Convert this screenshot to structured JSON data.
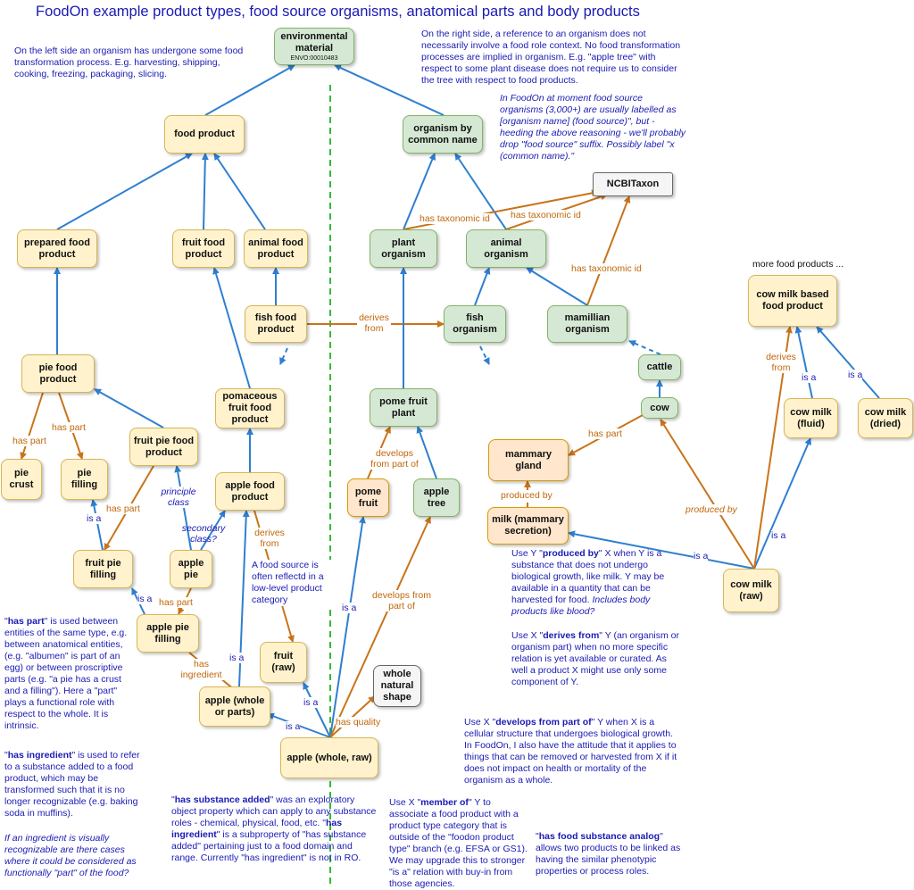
{
  "title": "FoodOn example product types, food source organisms, anatomical parts and body products",
  "colors": {
    "blue_edge": "#2f7fd0",
    "orange_edge": "#c8741a",
    "divider": "#33bb33",
    "text_blue": "#1a1ab4"
  },
  "nodes": {
    "env": {
      "label": "environmental material",
      "sub": "ENVO:00010483"
    },
    "food_product": "food product",
    "organism_common": "organism by common name",
    "ncbi": "NCBITaxon",
    "prepared": "prepared food product",
    "fruit_food": "fruit food product",
    "animal_food": "animal food product",
    "plant_org": "plant organism",
    "animal_org": "animal organism",
    "fish_food": "fish food product",
    "fish_org": "fish organism",
    "mamillian": "mamillian organism",
    "cow_milk_based": "cow milk based food product",
    "cattle": "cattle",
    "cow": "cow",
    "pie_food": "pie food product",
    "pomaceous": "pomaceous fruit food product",
    "pome_plant": "pome fruit plant",
    "fruit_pie_food": "fruit pie food product",
    "cow_milk_fluid": "cow milk (fluid)",
    "cow_milk_dried": "cow milk (dried)",
    "mammary": "mammary gland",
    "pie_crust": "pie crust",
    "pie_filling": "pie filling",
    "apple_food": "apple food product",
    "pome_fruit": "pome fruit",
    "apple_tree": "apple tree",
    "milk_secretion": "milk (mammary secretion)",
    "fruit_pie_filling": "fruit pie filling",
    "apple_pie": "apple pie",
    "cow_milk_raw": "cow milk (raw)",
    "apple_pie_filling": "apple pie filling",
    "fruit_raw": "fruit (raw)",
    "whole_shape": "whole natural shape",
    "apple_whole_parts": "apple (whole or parts)",
    "apple_whole_raw": "apple (whole, raw)"
  },
  "edge_labels": {
    "has_taxonomic_id_1": "has taxonomic id",
    "has_taxonomic_id_2": "has taxonomic id",
    "has_taxonomic_id_3": "has taxonomic id",
    "derives_from_fish": "derives from",
    "derives_from_milk": "derives from",
    "derives_from_apple": "derives from",
    "has_part_crust": "has part",
    "has_part_filling": "has part",
    "has_part_fruit_pie": "has part",
    "has_part_apple_pie": "has part",
    "has_part_mammary": "has part",
    "principle_class": "principle class",
    "secondary_class": "secondary class?",
    "is_a_filling": "is a",
    "is_a_apple_pie_filling": "is a",
    "develops_from_part_of_1": "develops from part of",
    "develops_from_part_of_2": "develops from part of",
    "produced_by_1": "produced by",
    "produced_by_2": "produced by",
    "is_a_milk_fluid": "is a",
    "is_a_milk_dried": "is a",
    "is_a_cow_milk": "is a",
    "is_a_raw_milk": "is a",
    "is_a_pome_fruit": "is a",
    "is_a_whole_parts": "is a",
    "is_a_fruit_raw": "is a",
    "is_a_apple_whole": "is a",
    "has_ingredient": "has ingredient",
    "has_quality": "has quality",
    "more_products": "more food products ..."
  },
  "notes": {
    "left_top": "On the left side an organism has undergone some food transformation process. E.g. harvesting, shipping, cooking, freezing, packaging, slicing.",
    "right_top": "On the right side, a reference to an organism does not necessarily involve a food role context. No food transformation processes are implied in organism. E.g. \"apple tree\" with respect to some plant disease does not require us to consider the tree with respect to food products.",
    "foodon_italic": "In FoodOn at moment food source organisms (3,000+) are usually labelled as [organism name] (food source)\", but - heeding the above reasoning - we'll probably drop \"food source\" suffix. Possibly label \"x (common name).\"",
    "food_source": "A food source is often reflectd in a low-level product category",
    "has_part_term": "has part",
    "has_part_body": " is used between entities of the same type, e.g. between anatomical entities, (e.g. \"albumen\" is part of an egg) or between proscriptive parts (e.g. \"a pie has a crust and a filling\"). Here a \"part\" plays a functional role with respect to the whole. It is intrinsic.",
    "has_ingredient_term": "has ingredient",
    "has_ingredient_body": " is used to refer to a substance added to a food product, which may be transformed such that it is no longer recognizable (e.g. baking soda in muffins).",
    "ingredient_italic": "If an ingredient is visually recognizable are there cases where it could be considered as functionally \"part\" of the food?",
    "substance_term": "has substance added",
    "substance_body1": " was an exploratory object property which can apply to any substance roles - chemical, physical, food, etc. ",
    "substance_term2": "has ingredient",
    "substance_body2": " is a subproperty of \"has substance added\" pertaining just to a food domain and range. Currently \"has ingredient\" is not in RO.",
    "member_pre": "Use X \"",
    "member_term": "member of",
    "member_body": "\" Y to associate a food product with a product type category that is outside of the \"foodon product type\" branch (e.g. EFSA or GS1). We may upgrade this to stronger \"is a\" relation with buy-in from those agencies.",
    "analog_term": "has food substance analog",
    "analog_body": " allows two products to be linked as having the similar phenotypic properties or process roles.",
    "produced_pre": "Use Y \"",
    "produced_term": "produced by",
    "produced_body": "\" X when Y is a substance that does not undergo biological growth, like milk. Y may be available in a quantity that can be harvested for food. ",
    "produced_italic": "Includes body products like blood?",
    "derives_pre": "Use X \"",
    "derives_term": "derives from",
    "derives_body": "\" Y (an organism or organism part) when no more specific relation is yet available or curated. As well a product X might use only some component of Y.",
    "develops_pre": "Use X \"",
    "develops_term": "develops from part of",
    "develops_body": "\" Y when X is a cellular structure that undergoes biological growth. In FoodOn, I also have the attitude that it applies to things that can be removed or harvested from X if it does not impact on health or mortality of the organism as a whole."
  }
}
